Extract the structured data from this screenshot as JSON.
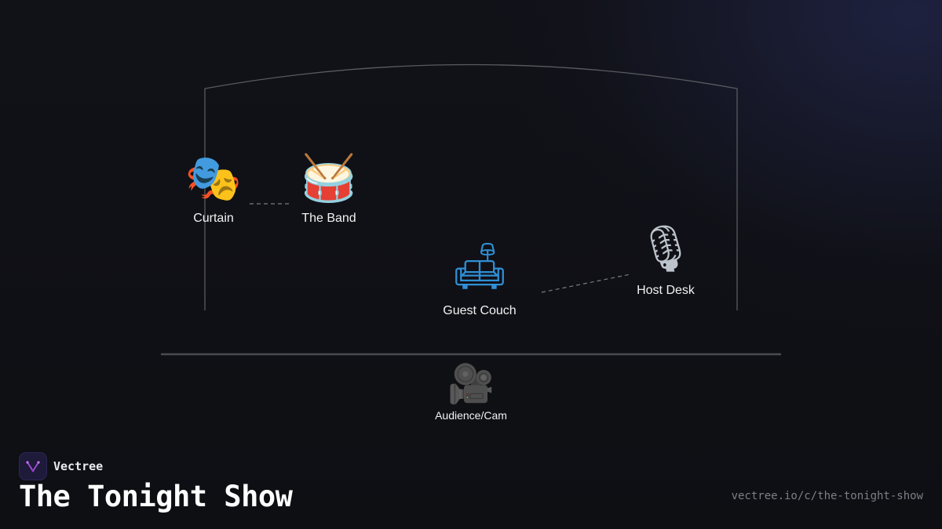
{
  "diagram": {
    "nodes": [
      {
        "id": "curtain",
        "label": "Curtain",
        "icon": "performing-arts-icon",
        "glyph": "🎭"
      },
      {
        "id": "band",
        "label": "The Band",
        "icon": "drum-icon",
        "glyph": "🥁"
      },
      {
        "id": "couch",
        "label": "Guest Couch",
        "icon": "couch-and-lamp-icon",
        "glyph": "🛋"
      },
      {
        "id": "desk",
        "label": "Host Desk",
        "icon": "microphone-icon",
        "glyph": "🎙"
      },
      {
        "id": "audience",
        "label": "Audience/Cam",
        "icon": "movie-camera-icon",
        "glyph": "🎥"
      }
    ],
    "connections": [
      {
        "from": "curtain",
        "to": "band",
        "style": "dashed"
      },
      {
        "from": "couch",
        "to": "desk",
        "style": "dashed"
      }
    ],
    "colors": {
      "background": "#0f1014",
      "stage_outline": "#5a5a5f",
      "stage_floor": "#4a4a50",
      "connector": "#7a7a80"
    }
  },
  "footer": {
    "brand_name": "Vectree",
    "title": "The Tonight Show",
    "url": "vectree.io/c/the-tonight-show",
    "brand_color": "#a64dd6"
  }
}
